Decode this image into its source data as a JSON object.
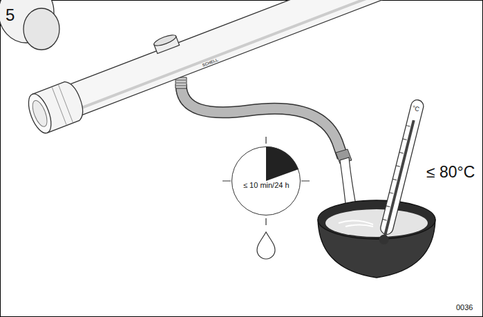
{
  "diagram": {
    "nodes": [
      {
        "text": [
          "≤ 10 min/24 h"
        ]
      }
    ],
    "labels": [
      "5",
      "SCHELL",
      "°C",
      "≤ 80°C",
      "0036"
    ]
  }
}
